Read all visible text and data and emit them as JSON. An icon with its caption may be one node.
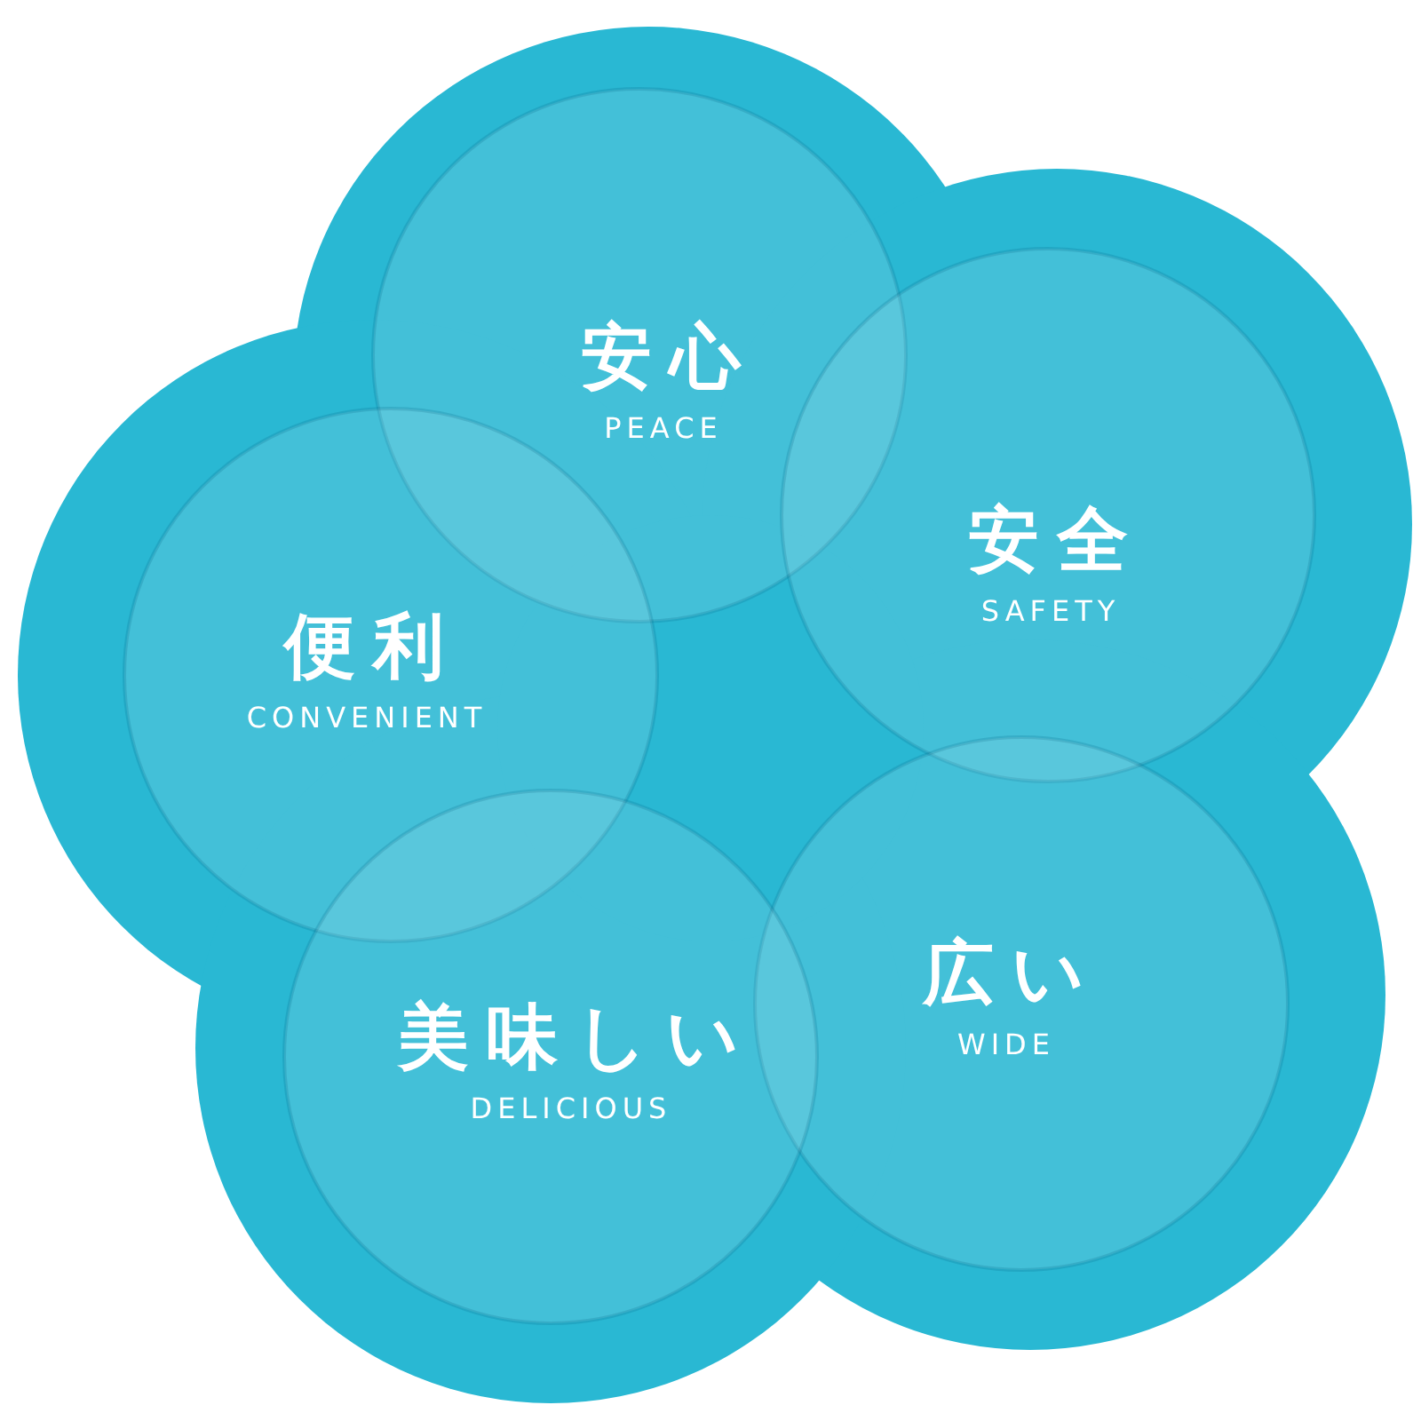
{
  "diagram": {
    "nodes": [
      {
        "text": [
          "安心",
          "PEACE"
        ]
      },
      {
        "text": [
          "安全",
          "SAFETY"
        ]
      },
      {
        "text": [
          "便利",
          "CONVENIENT"
        ]
      },
      {
        "text": [
          "広い",
          "WIDE"
        ]
      },
      {
        "text": [
          "美味しい",
          "DELICIOUS"
        ]
      }
    ]
  }
}
